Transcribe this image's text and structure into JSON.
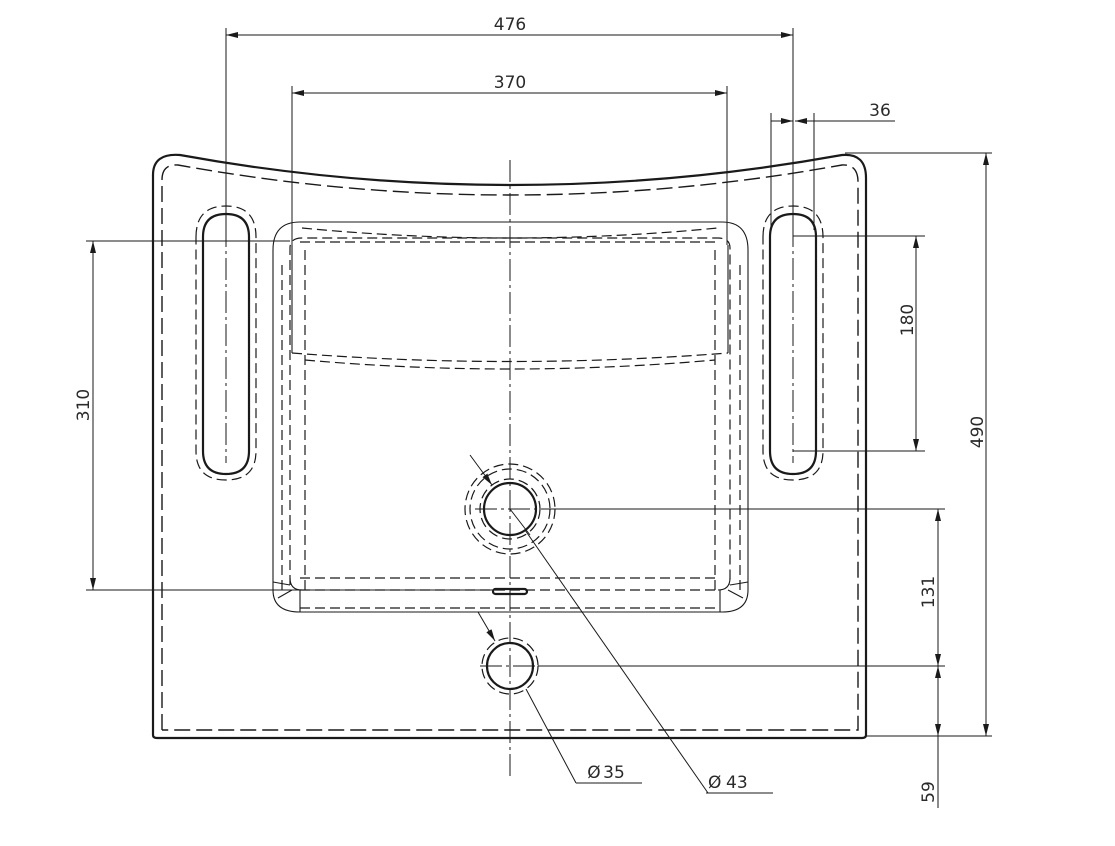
{
  "drawing": {
    "subject": "washbasin top view",
    "line_color": "#1a1a1a",
    "background": "#ffffff"
  },
  "dimensions": {
    "overall_handle_spacing": "476",
    "bowl_width": "370",
    "handle_slot_width": "36",
    "handle_slot_length": "180",
    "bowl_depth": "310",
    "overall_depth": "490",
    "drain_to_tap_hole": "131",
    "tap_hole_to_front": "59",
    "tap_hole_diameter": "35",
    "drain_diameter": "43",
    "diameter_symbol": "Ø"
  }
}
